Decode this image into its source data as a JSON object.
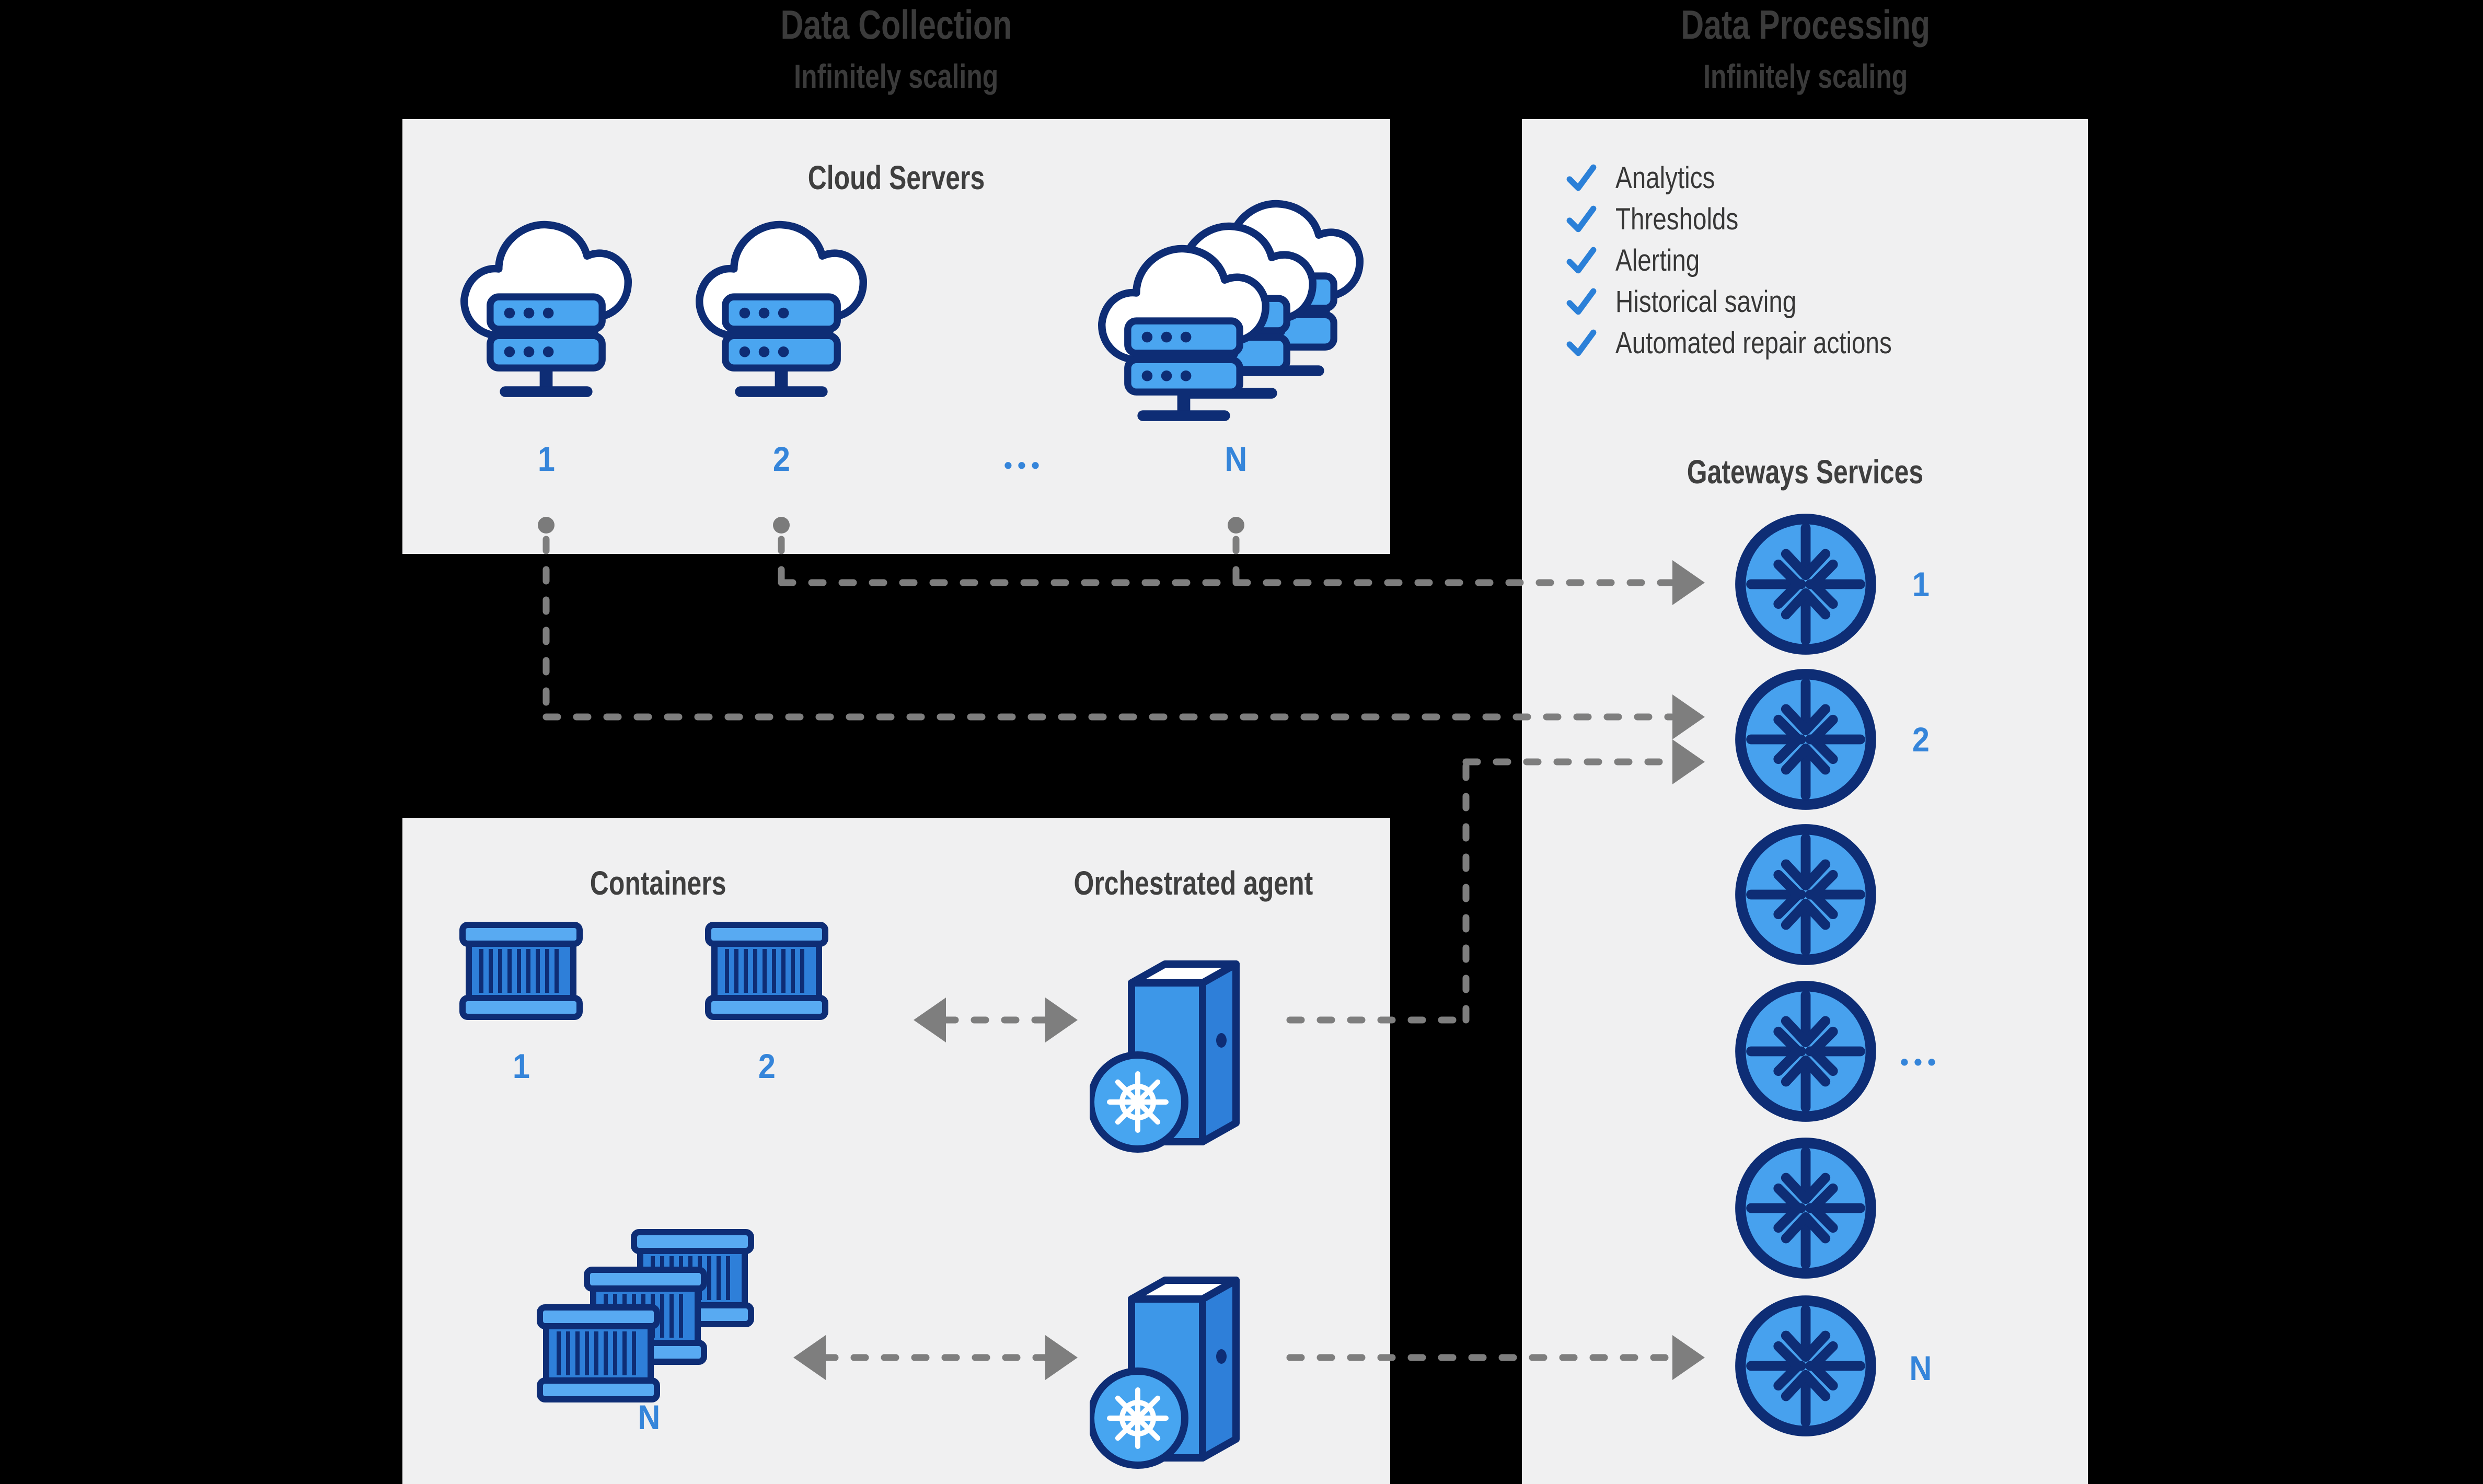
{
  "headers": {
    "left": {
      "title": "Data Collection",
      "subtitle": "Infinitely scaling"
    },
    "right": {
      "title": "Data Processing",
      "subtitle": "Infinitely scaling"
    }
  },
  "cloud_servers": {
    "title": "Cloud Servers",
    "labels": [
      "1",
      "2",
      "•••",
      "N"
    ]
  },
  "containers": {
    "title": "Containers",
    "labels": [
      "1",
      "2",
      "N"
    ]
  },
  "orchestrated_agent": {
    "title": "Orchestrated agent"
  },
  "processing": {
    "checklist": [
      "Analytics",
      "Thresholds",
      "Alerting",
      "Historical saving",
      "Automated repair actions"
    ],
    "gateways": {
      "title": "Gateways Services",
      "labels": [
        "1",
        "2",
        "",
        "•••",
        "",
        "N"
      ]
    }
  },
  "colors": {
    "background": "#000000",
    "panel": "#f0f0f1",
    "header_text": "#3b3b3b",
    "title_text": "#3f3f3f",
    "checklist_text": "#373737",
    "accent_blue": "#3585da",
    "check_blue": "#2b80d8",
    "icon_blue_light": "#4aa5f0",
    "icon_blue_mid": "#2e7fd9",
    "icon_navy": "#0e2d75",
    "connector_gray": "#7e7e7e"
  }
}
